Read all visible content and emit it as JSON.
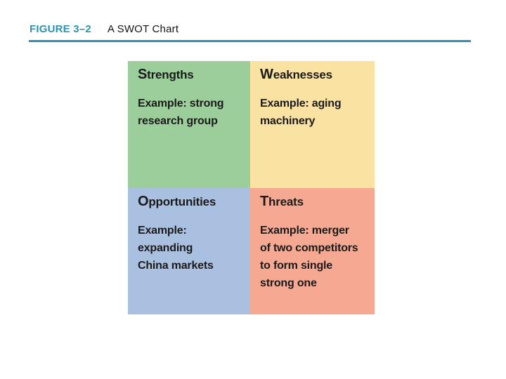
{
  "figure": {
    "label": "FIGURE 3–2",
    "title": "A SWOT Chart"
  },
  "colors": {
    "accent_teal": "#2E93B0",
    "strengths_green": "#9CCE9C",
    "weaknesses_yellow": "#FAE2A2",
    "opportunities_blue": "#AAC0E0",
    "threats_salmon": "#F5A992",
    "text": "#1a1a1a"
  },
  "swot": {
    "quadrants": [
      {
        "key": "strengths",
        "initial": "S",
        "rest": "trengths",
        "body": "Example: strong\nresearch group",
        "bg": "#9CCE9C"
      },
      {
        "key": "weaknesses",
        "initial": "W",
        "rest": "eaknesses",
        "body": "Example: aging\nmachinery",
        "bg": "#FAE2A2"
      },
      {
        "key": "opportunities",
        "initial": "O",
        "rest": "pportunities",
        "body": "Example:\nexpanding\nChina markets",
        "bg": "#AAC0E0"
      },
      {
        "key": "threats",
        "initial": "T",
        "rest": "hreats",
        "body": "Example: merger\nof two competitors\nto form single\nstrong one",
        "bg": "#F5A992"
      }
    ]
  }
}
